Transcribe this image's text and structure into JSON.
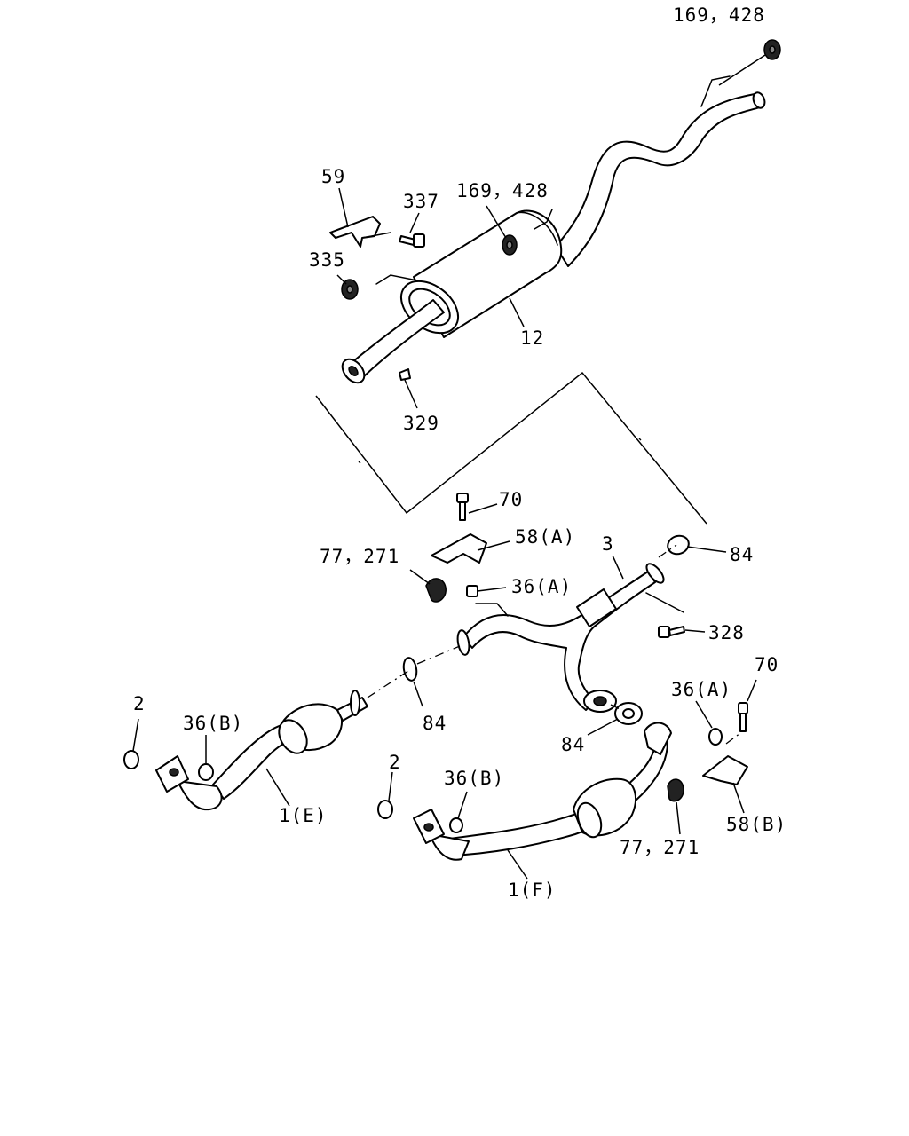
{
  "callouts": {
    "rear_hanger_rubber": "169，428",
    "muffler_hanger_rubber": "169，428",
    "bracket_59": "59",
    "bolt_337": "337",
    "rubber_335": "335",
    "muffler_12": "12",
    "clip_329": "329",
    "bolt_70_top": "70",
    "bracket_58a": "58(A)",
    "insulator_77_left": "77，271",
    "nut_36a_left": "36(A)",
    "pipe_3": "3",
    "gasket_84_right": "84",
    "bolt_328": "328",
    "gasket_84_left": "84",
    "ring_2_left": "2",
    "nut_36b_left": "36(B)",
    "pipe_1e": "1(E)",
    "gasket_84_mid": "84",
    "nut_36a_right": "36(A)",
    "bolt_70_right": "70",
    "ring_2_right": "2",
    "nut_36b_right": "36(B)",
    "insulator_77_right": "77，271",
    "bracket_58b": "58(B)",
    "pipe_1f": "1(F)"
  }
}
